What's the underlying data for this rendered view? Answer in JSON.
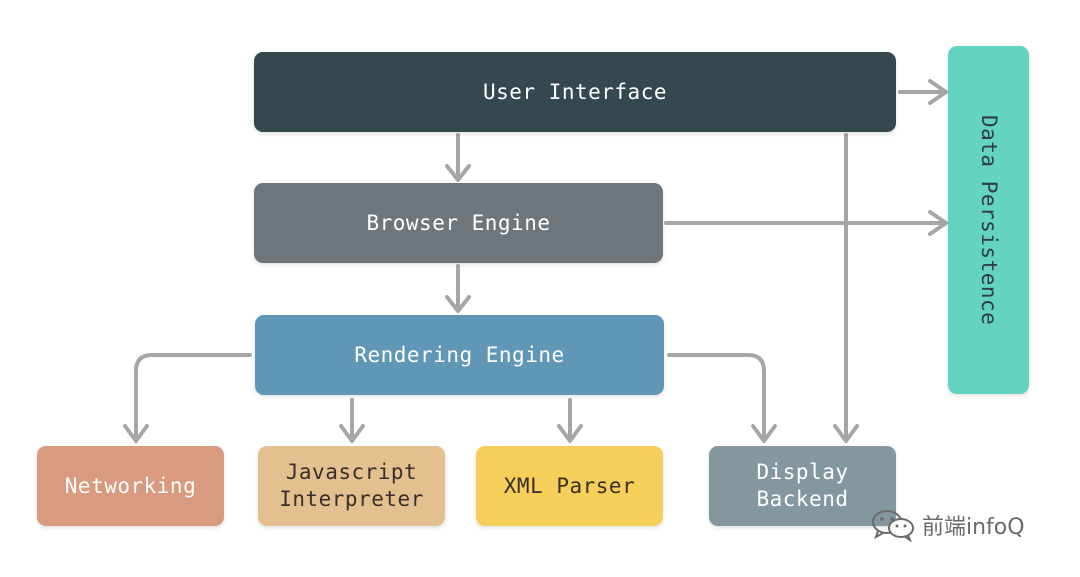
{
  "diagram": {
    "user_interface": "User Interface",
    "browser_engine": "Browser Engine",
    "rendering_engine": "Rendering Engine",
    "data_persistence": "Data Persistence",
    "networking": "Networking",
    "javascript_interpreter": "Javascript\nInterpreter",
    "xml_parser": "XML Parser",
    "display_backend": "Display\nBackend"
  },
  "watermark": {
    "text": "前端infoQ",
    "icon": "wechat-icon"
  },
  "colors": {
    "user_interface": "#35474f",
    "browser_engine": "#6e767c",
    "rendering_engine": "#6197b6",
    "data_persistence": "#64d3c2",
    "networking": "#d99a80",
    "javascript_interpreter": "#e4c090",
    "xml_parser": "#f6ce5a",
    "display_backend": "#84979f",
    "arrow": "#a6a6a6"
  }
}
